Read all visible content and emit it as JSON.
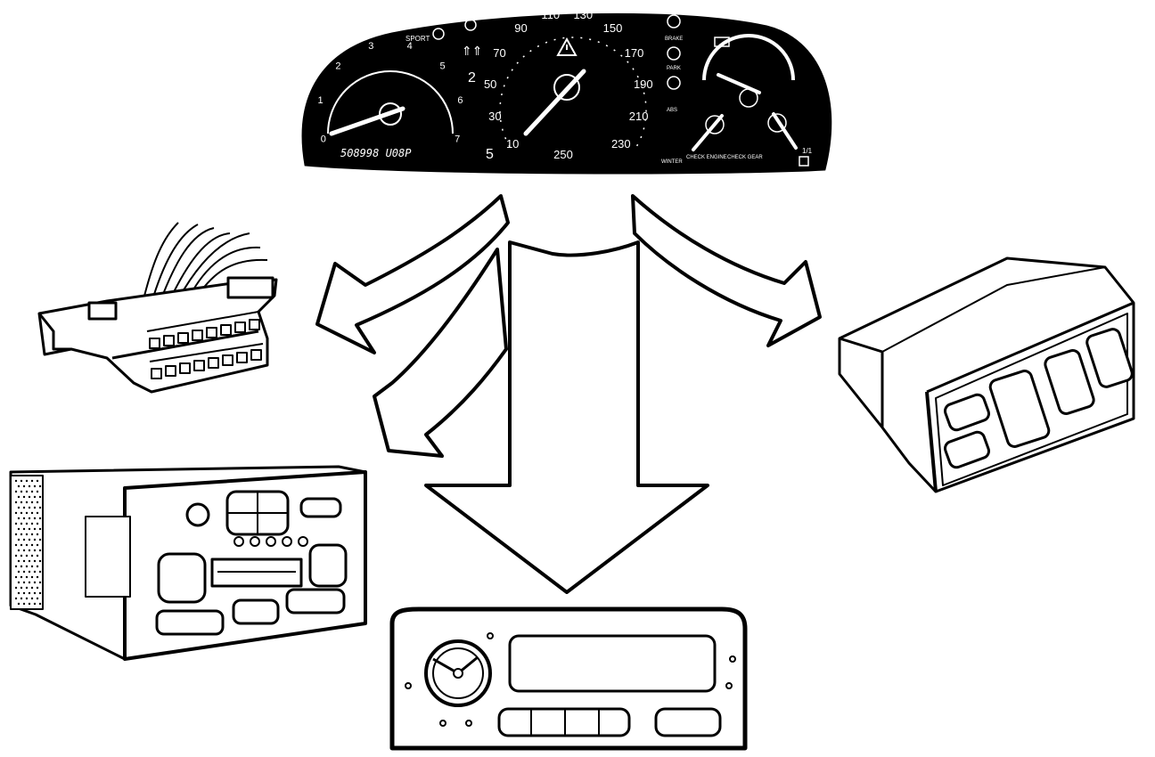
{
  "colors": {
    "ink": "#000000",
    "paper": "#ffffff"
  },
  "cluster": {
    "tach_scale": [
      "0",
      "1",
      "2",
      "3",
      "4",
      "5",
      "6",
      "7"
    ],
    "speed_scale": [
      "10",
      "30",
      "50",
      "70",
      "90",
      "110",
      "130",
      "150",
      "170",
      "190",
      "210",
      "230",
      "250"
    ],
    "odometer": "508998 U08P",
    "fuel_gauge_label": "1/1",
    "warning_labels": {
      "brake": "BRAKE",
      "park": "PARK",
      "abs": "ABS",
      "check_engine": "CHECK ENGINE",
      "check_gear": "CHECK GEAR",
      "winter": "WINTER"
    }
  },
  "icons": [
    "instrument-cluster-icon",
    "obd-connector-icon",
    "radio-unit-icon",
    "climate-panel-icon",
    "clock-display-icon",
    "arrow-icon"
  ]
}
